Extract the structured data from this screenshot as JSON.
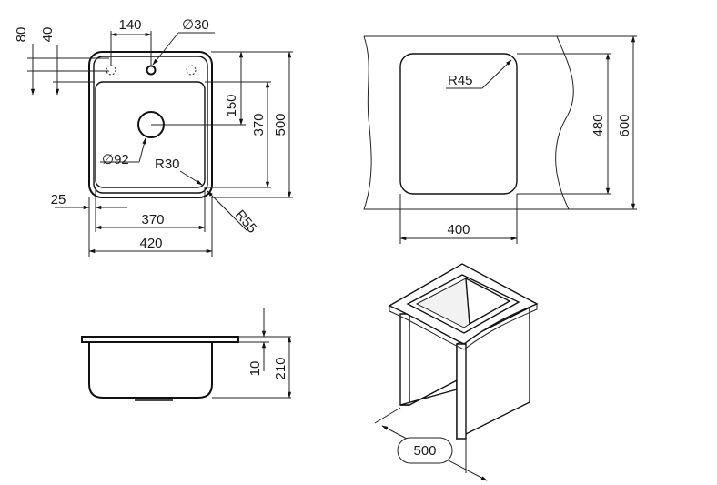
{
  "dimensions": {
    "d80": "80",
    "d40": "40",
    "d140": "140",
    "d30": "30",
    "d150": "150",
    "d370v": "370",
    "d500v": "500",
    "d92": "92",
    "r30": "R30",
    "d25": "25",
    "d370h": "370",
    "d420": "420",
    "r55": "R55",
    "r45": "R45",
    "d480": "480",
    "d600": "600",
    "d400": "400",
    "d10": "10",
    "d210": "210",
    "d500box": "500"
  },
  "symbols": {
    "diameter": "∅"
  },
  "colors": {
    "line": "#111111",
    "background": "#ffffff"
  }
}
